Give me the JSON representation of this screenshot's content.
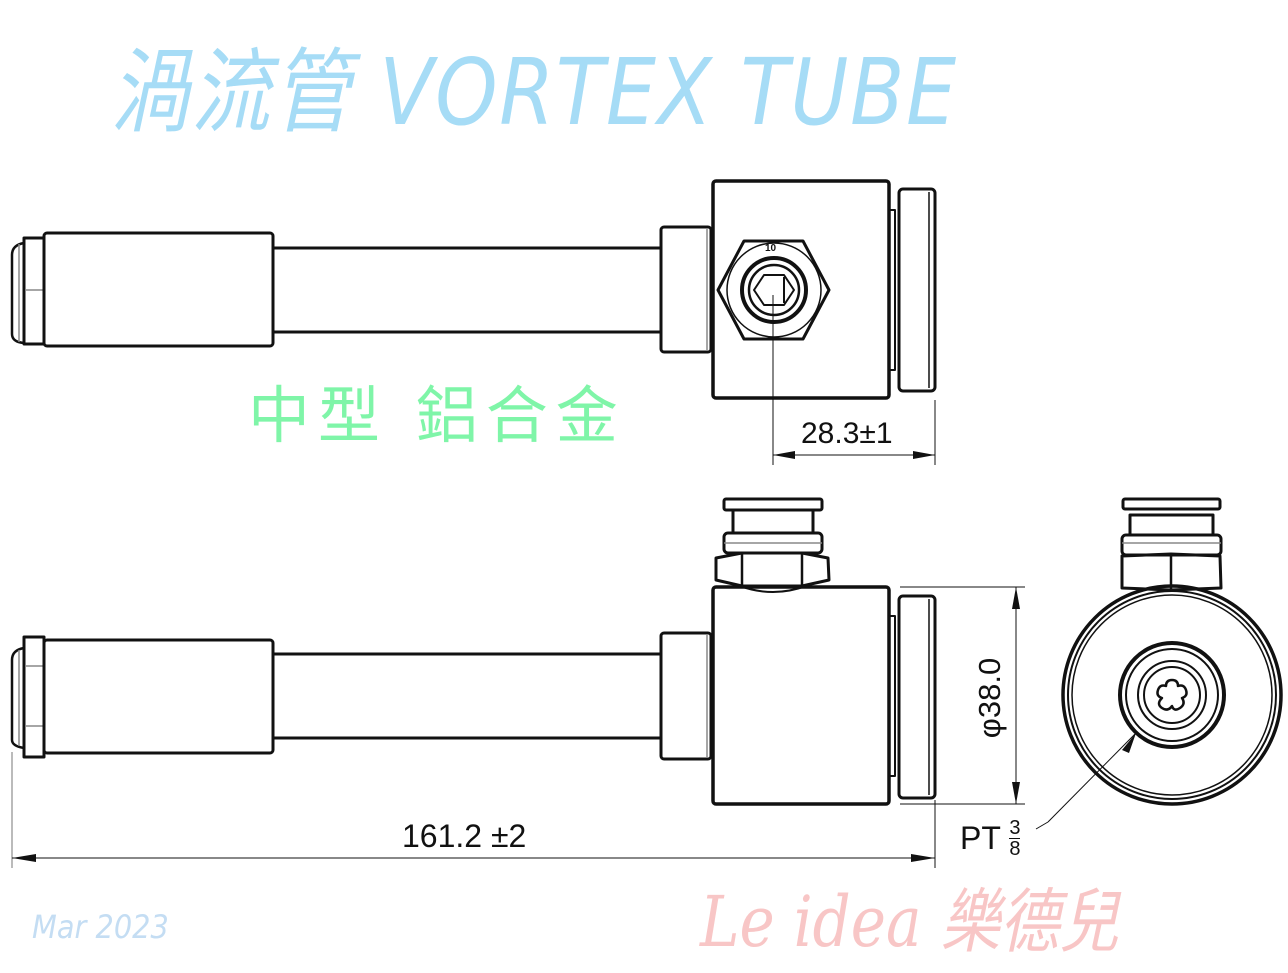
{
  "title": "渦流管 VORTEX TUBE",
  "subtitle": "中型 鋁合金",
  "dimensions": {
    "inlet_offset": "28.3±1",
    "diameter": "φ38.0",
    "overall_length": "161.2 ±2",
    "thread_label": "PT",
    "thread_numerator": "3",
    "thread_denominator": "8",
    "nut_mark": "10"
  },
  "footer": {
    "date": "Mar 2023",
    "brand": "Le idea 樂德兒"
  },
  "colors": {
    "title": "#a6dcf6",
    "subtitle": "#7ff5a8",
    "date": "#c4ddf3",
    "brand": "#f8c6c6",
    "line": "#111111"
  }
}
